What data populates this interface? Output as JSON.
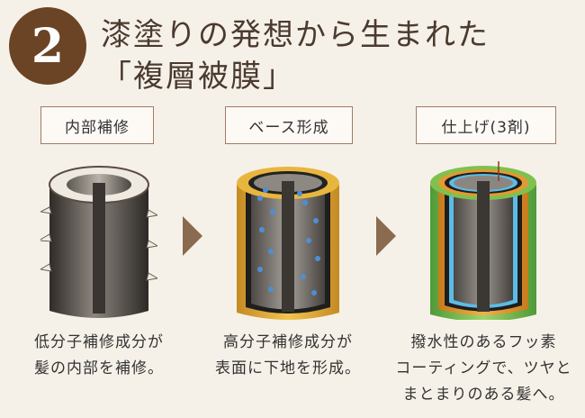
{
  "step_number": "2",
  "title": {
    "line1": "漆塗りの発想から生まれた",
    "line2": "「複層被膜」"
  },
  "panels": [
    {
      "label": "内部補修",
      "caption": [
        "低分子補修成分が",
        "髪の内部を補修。"
      ]
    },
    {
      "label": "ベース形成",
      "caption": [
        "高分子補修成分が",
        "表面に下地を形成。"
      ]
    },
    {
      "label": "仕上げ(3剤)",
      "caption": [
        "撥水性のあるフッ素",
        "コーティングで、ツヤと",
        "まとまりのある髪へ。"
      ]
    }
  ],
  "icons": {
    "arrow": "right-triangle-arrow",
    "hair1": "damaged-hair-cross-section",
    "hair2": "hair-with-base-layer",
    "hair3": "hair-with-multilayer-coating"
  },
  "colors": {
    "badge": "#6b4325",
    "label_border": "#a37a62",
    "arrow": "#8a6b4f",
    "coating_green": "#6fae48",
    "coating_orange": "#d98b24",
    "coating_blue": "#55b7e3"
  }
}
